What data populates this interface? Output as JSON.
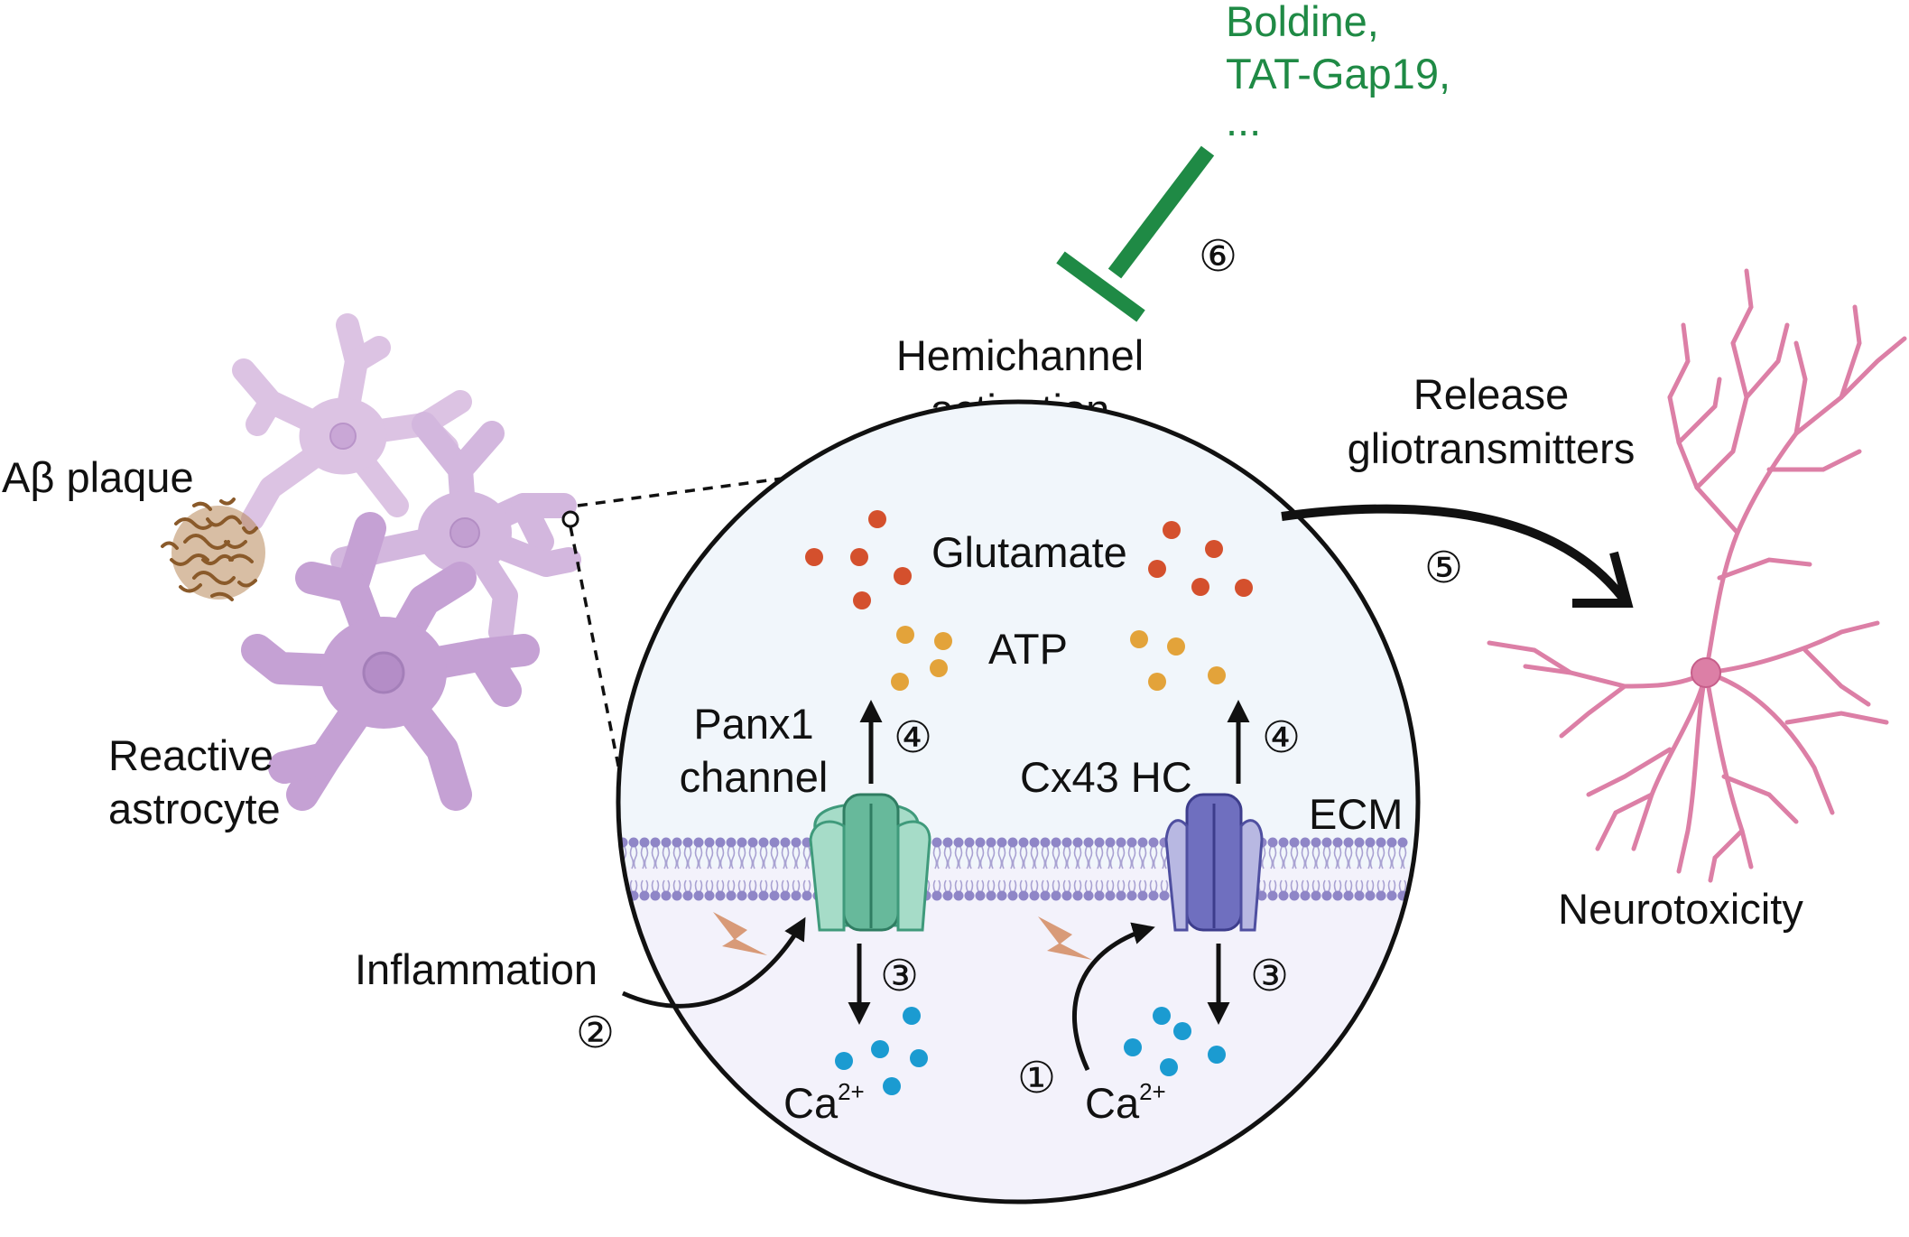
{
  "labels": {
    "drugs_line1": "Boldine,",
    "drugs_line2": "TAT-Gap19,",
    "drugs_line3": "...",
    "step6": "⑥",
    "hemichannel_line1": "Hemichannel",
    "hemichannel_line2": "activation",
    "release_line1": "Release",
    "release_line2": "gliotransmitters",
    "step5": "⑤",
    "abeta_plaque": "Aβ plaque",
    "reactive_line1": "Reactive",
    "reactive_line2": "astrocyte",
    "glutamate": "Glutamate",
    "atp": "ATP",
    "panx1_line1": "Panx1",
    "panx1_line2": "channel",
    "cx43": "Cx43 HC",
    "ecm": "ECM",
    "step4_left": "④",
    "step4_right": "④",
    "step3_left": "③",
    "step3_right": "③",
    "inflammation": "Inflammation",
    "step2": "②",
    "step1": "①",
    "ca_left": "Ca",
    "ca_left_sup": "2+",
    "ca_right": "Ca",
    "ca_right_sup": "2+",
    "neurotoxicity": "Neurotoxicity"
  },
  "colors": {
    "inhibitor": "#1f8a45",
    "glutamate": "#d4502d",
    "atp": "#e3a33a",
    "calcium": "#1b9bd1",
    "panx1": "#a6dcc8",
    "panx1_core": "#3f9a7b",
    "cx43": "#b8b8e2",
    "cx43_core": "#4f4fa0",
    "membrane": "#8f86c7",
    "astrocyte": "#c9a7d6",
    "neuron": "#dc7fa6",
    "plaque": "#8a5a2a",
    "inflammation_bolt": "#d89a78"
  },
  "icons": [
    "t-bar-inhibition-icon",
    "lightning-bolt-icon",
    "curved-arrow-icon",
    "astrocyte-cell",
    "neuron-cell",
    "amyloid-plaque"
  ]
}
